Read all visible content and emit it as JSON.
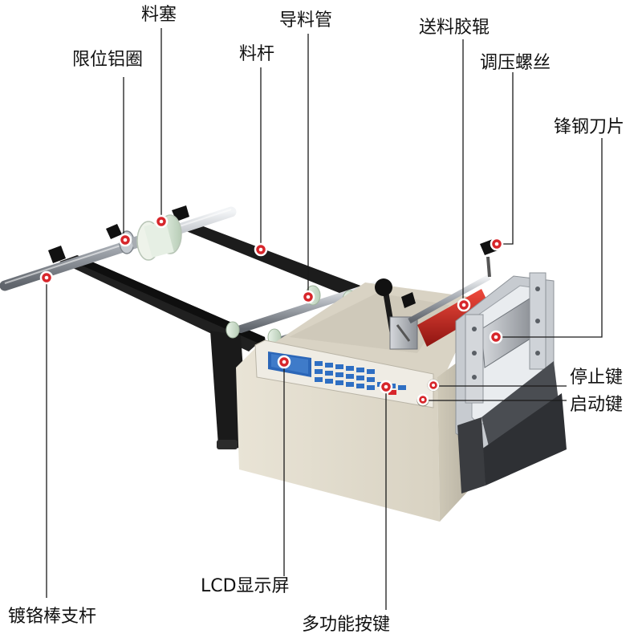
{
  "labels": {
    "liao_sai": "料塞",
    "xian_wei_lv_quan": "限位铝圈",
    "dao_liao_guan": "导料管",
    "liao_gan": "料杆",
    "song_liao_jiao_gun": "送料胶辊",
    "tiao_ya_luo_si": "调压螺丝",
    "feng_gang_dao_pian": "锋钢刀片",
    "ting_zhi_jian": "停止键",
    "qi_dong_jian": "启动键",
    "lcd_xian_shi_ping": "LCD显示屏",
    "duo_gong_neng_an_jian": "多功能按键",
    "du_ge_bang_zhi_gan": "镀铬棒支杆"
  },
  "colors": {
    "marker": "#d7262b",
    "machine_body": "#e6e1d3",
    "panel_blue": "#2b66b8",
    "frame_black": "#1e1e1e",
    "chrome": "#b9bdc3",
    "roller_red": "#c8201e"
  }
}
